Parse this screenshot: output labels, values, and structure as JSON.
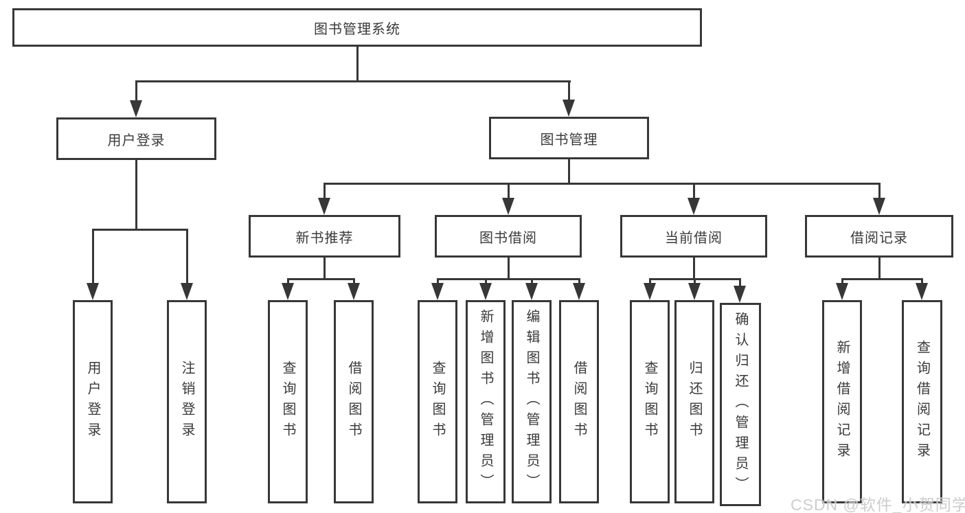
{
  "tree": {
    "root": {
      "label": "图书管理系统"
    },
    "branches": [
      {
        "label": "用户登录",
        "children": [
          {
            "label": "用户登录"
          },
          {
            "label": "注销登录"
          }
        ]
      },
      {
        "label": "图书管理",
        "children": [
          {
            "label": "新书推荐",
            "children": [
              {
                "label": "查询图书"
              },
              {
                "label": "借阅图书"
              }
            ]
          },
          {
            "label": "图书借阅",
            "children": [
              {
                "label": "查询图书"
              },
              {
                "label": "新增图书（管理员）"
              },
              {
                "label": "编辑图书（管理员）"
              },
              {
                "label": "借阅图书"
              }
            ]
          },
          {
            "label": "当前借阅",
            "children": [
              {
                "label": "查询图书"
              },
              {
                "label": "归还图书"
              },
              {
                "label": "确认归还（管理员）"
              }
            ]
          },
          {
            "label": "借阅记录",
            "children": [
              {
                "label": "新增借阅记录"
              },
              {
                "label": "查询借阅记录"
              }
            ]
          }
        ]
      }
    ]
  },
  "watermark": "CSDN @软件_小贺同学",
  "colors": {
    "line": "#373737",
    "text": "#3a3a3a",
    "background": "#ffffff",
    "watermark": "#c9c9c9"
  }
}
